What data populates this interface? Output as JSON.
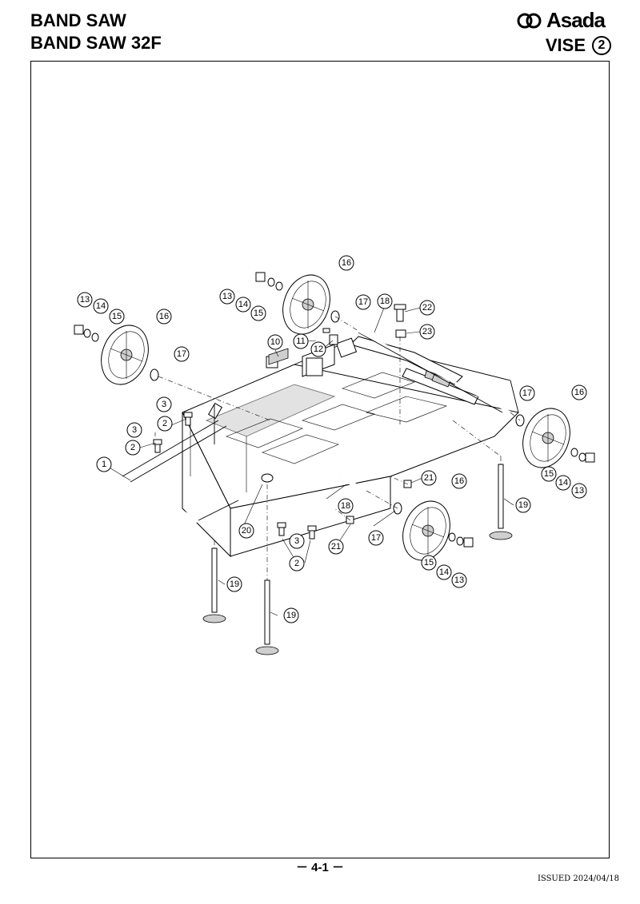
{
  "header": {
    "title_lines": [
      "BAND SAW",
      "BAND SAW 32F"
    ],
    "brand": "Asada",
    "section_label": "VISE",
    "section_number": "2"
  },
  "diagram": {
    "callouts": [
      "1",
      "2",
      "2",
      "2",
      "3",
      "3",
      "3",
      "10",
      "11",
      "12",
      "13",
      "13",
      "13",
      "13",
      "14",
      "14",
      "14",
      "14",
      "15",
      "15",
      "15",
      "15",
      "16",
      "16",
      "16",
      "16",
      "17",
      "17",
      "17",
      "17",
      "18",
      "18",
      "19",
      "19",
      "19",
      "20",
      "21",
      "21",
      "22",
      "23"
    ]
  },
  "footer": {
    "page_number": "－ 4-1 －",
    "issued": "ISSUED 2024/04/18"
  }
}
